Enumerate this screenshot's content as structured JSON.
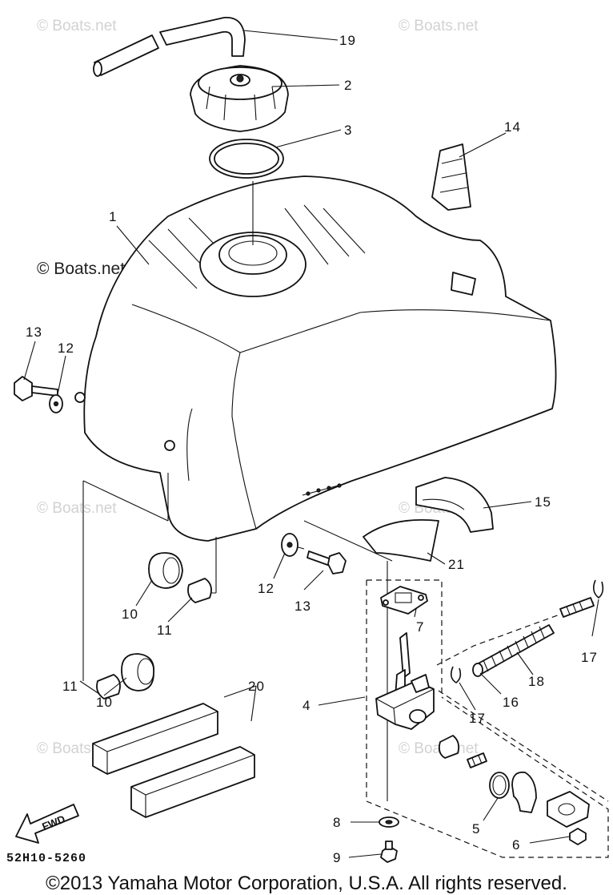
{
  "watermark": "© Boats.net",
  "diagram_code": "52H10-5260",
  "copyright": "©2013 Yamaha Motor Corporation, U.S.A. All rights reserved.",
  "fwd_label": "FWD",
  "callouts": [
    {
      "id": "c19",
      "text": "19"
    },
    {
      "id": "c2",
      "text": "2"
    },
    {
      "id": "c3",
      "text": "3"
    },
    {
      "id": "c14",
      "text": "14"
    },
    {
      "id": "c1",
      "text": "1"
    },
    {
      "id": "c13a",
      "text": "13"
    },
    {
      "id": "c12a",
      "text": "12"
    },
    {
      "id": "c15",
      "text": "15"
    },
    {
      "id": "c21",
      "text": "21"
    },
    {
      "id": "c12b",
      "text": "12"
    },
    {
      "id": "c13b",
      "text": "13"
    },
    {
      "id": "c7",
      "text": "7"
    },
    {
      "id": "c10a",
      "text": "10"
    },
    {
      "id": "c11a",
      "text": "11"
    },
    {
      "id": "c17a",
      "text": "17"
    },
    {
      "id": "c18",
      "text": "18"
    },
    {
      "id": "c11b",
      "text": "11"
    },
    {
      "id": "c10b",
      "text": "10"
    },
    {
      "id": "c16",
      "text": "16"
    },
    {
      "id": "c20",
      "text": "20"
    },
    {
      "id": "c4",
      "text": "4"
    },
    {
      "id": "c17b",
      "text": "17"
    },
    {
      "id": "c5",
      "text": "5"
    },
    {
      "id": "c8",
      "text": "8"
    },
    {
      "id": "c6",
      "text": "6"
    },
    {
      "id": "c9",
      "text": "9"
    }
  ]
}
